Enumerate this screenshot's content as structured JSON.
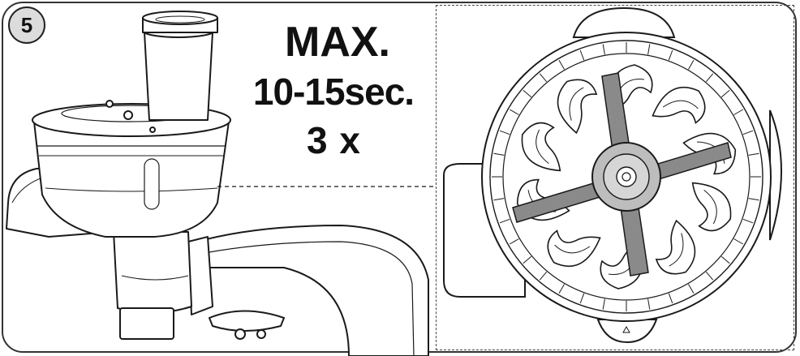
{
  "step": {
    "number": "5"
  },
  "instructions": {
    "max_label": "MAX.",
    "duration": "10-15sec.",
    "repetitions": "3 x"
  },
  "colors": {
    "line": "#1a1a1a",
    "blade_fill": "#8a8a8a",
    "hub_fill": "#bdbdbd",
    "badge_fill": "#dcdcdc"
  },
  "icons": [
    "triangle-alignment-marker"
  ]
}
